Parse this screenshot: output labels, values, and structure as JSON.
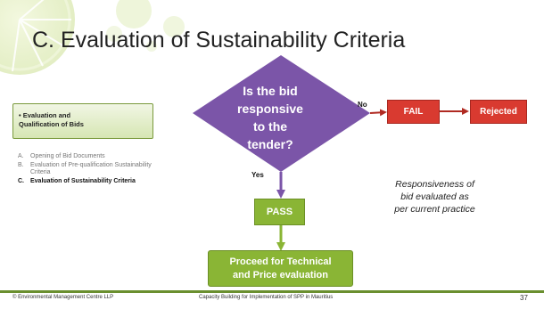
{
  "title": "C. Evaluation of Sustainability Criteria",
  "sidebar": {
    "heading": "• Evaluation and\n  Qualification of Bids",
    "items": [
      {
        "letter": "A.",
        "label": "Opening of Bid Documents"
      },
      {
        "letter": "B.",
        "label": "Evaluation of Pre-qualification Sustainability Criteria"
      },
      {
        "letter": "C.",
        "label": "Evaluation of Sustainability Criteria"
      }
    ]
  },
  "diagram": {
    "question_lines": [
      "Is the bid",
      "responsive",
      "to the",
      "tender?"
    ],
    "no_label": "No",
    "yes_label": "Yes",
    "fail_label": "FAIL",
    "rejected_label": "Rejected",
    "pass_label": "PASS",
    "proceed_label": "Proceed for Technical\nand Price evaluation",
    "note": "Responsiveness of\nbid evaluated as\nper current practice"
  },
  "colors": {
    "diamond": "#7b55a8",
    "fail": "#d93a30",
    "pass": "#8ab535",
    "accent": "#6a8f2f"
  },
  "footer": {
    "left": "© Environmental Management Centre LLP",
    "center": "Capacity Building for Implementation of SPP in Mauritius",
    "page": "37"
  }
}
